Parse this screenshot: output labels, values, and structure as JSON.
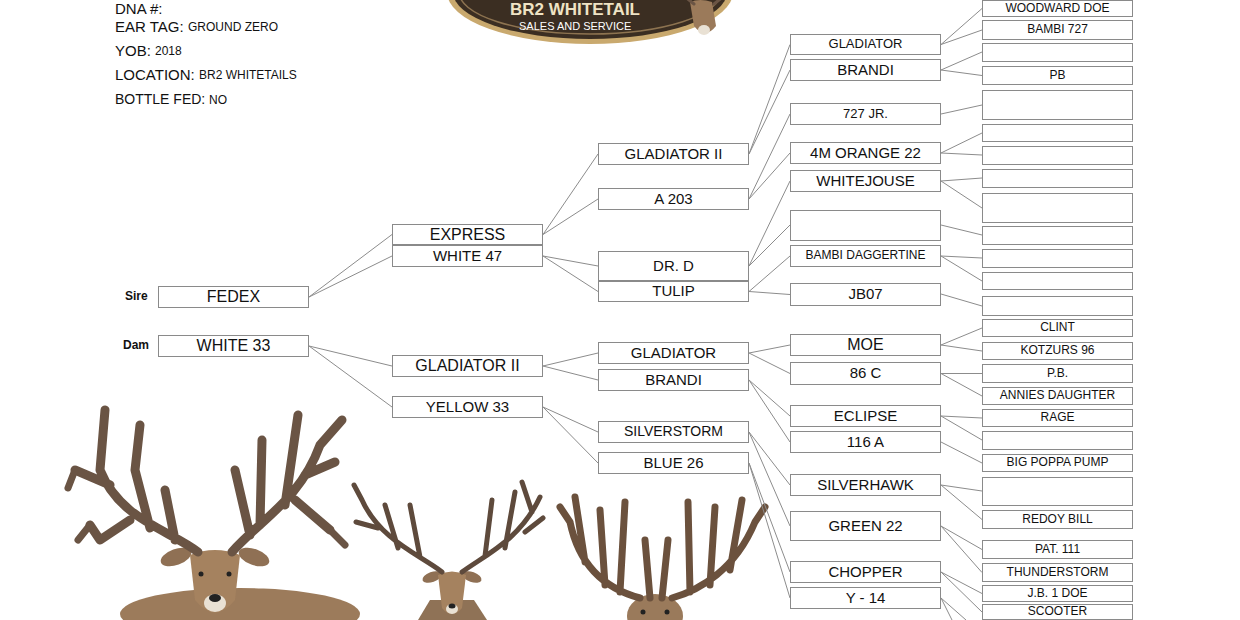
{
  "diagram": {
    "nodes": [
      {
        "text": [
          "FEDEX"
        ]
      },
      {
        "text": [
          "WHITE 33"
        ]
      },
      {
        "text": [
          "EXPRESS"
        ]
      },
      {
        "text": [
          "WHITE 47"
        ]
      },
      {
        "text": [
          "GLADIATOR II"
        ]
      },
      {
        "text": [
          "YELLOW 33"
        ]
      },
      {
        "text": [
          "GLADIATOR II"
        ]
      },
      {
        "text": [
          "A 203"
        ]
      },
      {
        "text": [
          "DR. D"
        ]
      },
      {
        "text": [
          "TULIP"
        ]
      },
      {
        "text": [
          "GLADIATOR"
        ]
      },
      {
        "text": [
          "BRANDI"
        ]
      },
      {
        "text": [
          "SILVERSTORM"
        ]
      },
      {
        "text": [
          "BLUE 26"
        ]
      },
      {
        "text": [
          "GLADIATOR"
        ]
      },
      {
        "text": [
          "BRANDI"
        ]
      },
      {
        "text": [
          "727 JR."
        ]
      },
      {
        "text": [
          "4M ORANGE 22"
        ]
      },
      {
        "text": [
          "WHITEJOUSE"
        ]
      },
      {
        "text": [
          "BAMBI DAGGERTINE"
        ]
      },
      {
        "text": [
          "JB07"
        ]
      },
      {
        "text": [
          "MOE"
        ]
      },
      {
        "text": [
          "86 C"
        ]
      },
      {
        "text": [
          "ECLIPSE"
        ]
      },
      {
        "text": [
          "116 A"
        ]
      },
      {
        "text": [
          "SILVERHAWK"
        ]
      },
      {
        "text": [
          "GREEN 22"
        ]
      },
      {
        "text": [
          "CHOPPER"
        ]
      },
      {
        "text": [
          "Y - 14"
        ]
      },
      {
        "text": [
          "WOODWARD DOE"
        ]
      },
      {
        "text": [
          "BAMBI 727"
        ]
      },
      {
        "text": [
          "PB"
        ]
      },
      {
        "text": [
          "CLINT"
        ]
      },
      {
        "text": [
          "KOTZURS 96"
        ]
      },
      {
        "text": [
          "P.B."
        ]
      },
      {
        "text": [
          "ANNIES DAUGHTER"
        ]
      },
      {
        "text": [
          "RAGE"
        ]
      },
      {
        "text": [
          "BIG POPPA PUMP"
        ]
      },
      {
        "text": [
          "REDOY BILL"
        ]
      },
      {
        "text": [
          "PAT. 111"
        ]
      },
      {
        "text": [
          "THUNDERSTORM"
        ]
      },
      {
        "text": [
          "J.B. 1 DOE"
        ]
      },
      {
        "text": [
          "SCOOTER"
        ]
      }
    ],
    "edges": [
      {
        "from": 0,
        "to": 2,
        "arrow": "none"
      },
      {
        "from": 0,
        "to": 3,
        "arrow": "none"
      },
      {
        "from": 1,
        "to": 4,
        "arrow": "none"
      },
      {
        "from": 1,
        "to": 5,
        "arrow": "none"
      },
      {
        "from": 2,
        "to": 6,
        "arrow": "none"
      },
      {
        "from": 2,
        "to": 7,
        "arrow": "none"
      },
      {
        "from": 3,
        "to": 8,
        "arrow": "none"
      },
      {
        "from": 3,
        "to": 9,
        "arrow": "none"
      },
      {
        "from": 4,
        "to": 10,
        "arrow": "none"
      },
      {
        "from": 4,
        "to": 11,
        "arrow": "none"
      },
      {
        "from": 5,
        "to": 12,
        "arrow": "none"
      },
      {
        "from": 5,
        "to": 13,
        "arrow": "none"
      },
      {
        "from": 6,
        "to": 14,
        "arrow": "none"
      },
      {
        "from": 6,
        "to": 15,
        "arrow": "none"
      },
      {
        "from": 7,
        "to": 16,
        "arrow": "none"
      },
      {
        "from": 7,
        "to": 17,
        "arrow": "none"
      },
      {
        "from": 8,
        "to": 18,
        "arrow": "none"
      },
      {
        "from": 9,
        "to": 19,
        "arrow": "none"
      },
      {
        "from": 9,
        "to": 20,
        "arrow": "none"
      },
      {
        "from": 10,
        "to": 21,
        "arrow": "none"
      },
      {
        "from": 10,
        "to": 22,
        "arrow": "none"
      },
      {
        "from": 11,
        "to": 23,
        "arrow": "none"
      },
      {
        "from": 11,
        "to": 24,
        "arrow": "none"
      },
      {
        "from": 12,
        "to": 25,
        "arrow": "none"
      },
      {
        "from": 12,
        "to": 26,
        "arrow": "none"
      },
      {
        "from": 13,
        "to": 27,
        "arrow": "none"
      },
      {
        "from": 13,
        "to": 28,
        "arrow": "none"
      },
      {
        "from": 14,
        "to": 29,
        "arrow": "none"
      },
      {
        "from": 14,
        "to": 30,
        "arrow": "none"
      },
      {
        "from": 15,
        "to": 31,
        "arrow": "none"
      },
      {
        "from": 21,
        "to": 32,
        "arrow": "none"
      },
      {
        "from": 21,
        "to": 33,
        "arrow": "none"
      },
      {
        "from": 22,
        "to": 34,
        "arrow": "none"
      },
      {
        "from": 22,
        "to": 35,
        "arrow": "none"
      },
      {
        "from": 23,
        "to": 36,
        "arrow": "none"
      },
      {
        "from": 24,
        "to": 37,
        "arrow": "none"
      },
      {
        "from": 25,
        "to": 38,
        "arrow": "none"
      },
      {
        "from": 26,
        "to": 39,
        "arrow": "none"
      },
      {
        "from": 26,
        "to": 40,
        "arrow": "none"
      },
      {
        "from": 27,
        "to": 41,
        "arrow": "none"
      },
      {
        "from": 27,
        "to": 42,
        "arrow": "none"
      }
    ],
    "labels": [
      "DNA #:",
      "EAR TAG:",
      "GROUND ZERO",
      "YOB:",
      "2018",
      "LOCATION:",
      "BR2 WHITETAILS",
      "BOTTLE FED:",
      "NO",
      "BR2 WHITETAIL",
      "SALES AND SERVICE",
      "Sire",
      "Dam"
    ]
  }
}
